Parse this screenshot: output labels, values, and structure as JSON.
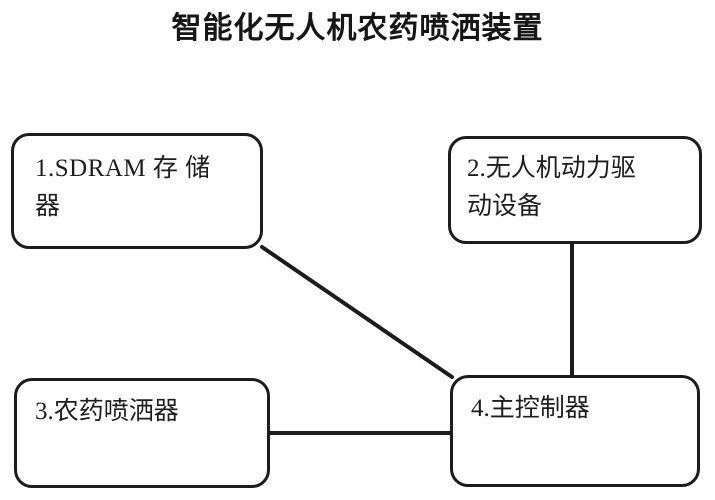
{
  "figure": {
    "title": "智能化无人机农药喷洒装置",
    "type": "block-diagram",
    "background_color": "#ffffff",
    "line_color": "#1c1c1c",
    "text_color": "#1d1d1d"
  },
  "nodes": [
    {
      "id": "node-1",
      "number": "1",
      "label": "1.SDRAM 存 储\n器",
      "name": "sdram-storage-node"
    },
    {
      "id": "node-2",
      "number": "2",
      "label": "2.无人机动力驱\n动设备",
      "name": "drone-power-drive-node"
    },
    {
      "id": "node-3",
      "number": "3",
      "label": "3.农药喷洒器",
      "name": "pesticide-sprayer-node"
    },
    {
      "id": "node-4",
      "number": "4",
      "label": "4.主控制器",
      "name": "main-controller-node"
    }
  ],
  "connections": [
    {
      "from": "node-1",
      "to": "node-4",
      "style": "diagonal"
    },
    {
      "from": "node-2",
      "to": "node-4",
      "style": "vertical"
    },
    {
      "from": "node-3",
      "to": "node-4",
      "style": "horizontal"
    }
  ]
}
